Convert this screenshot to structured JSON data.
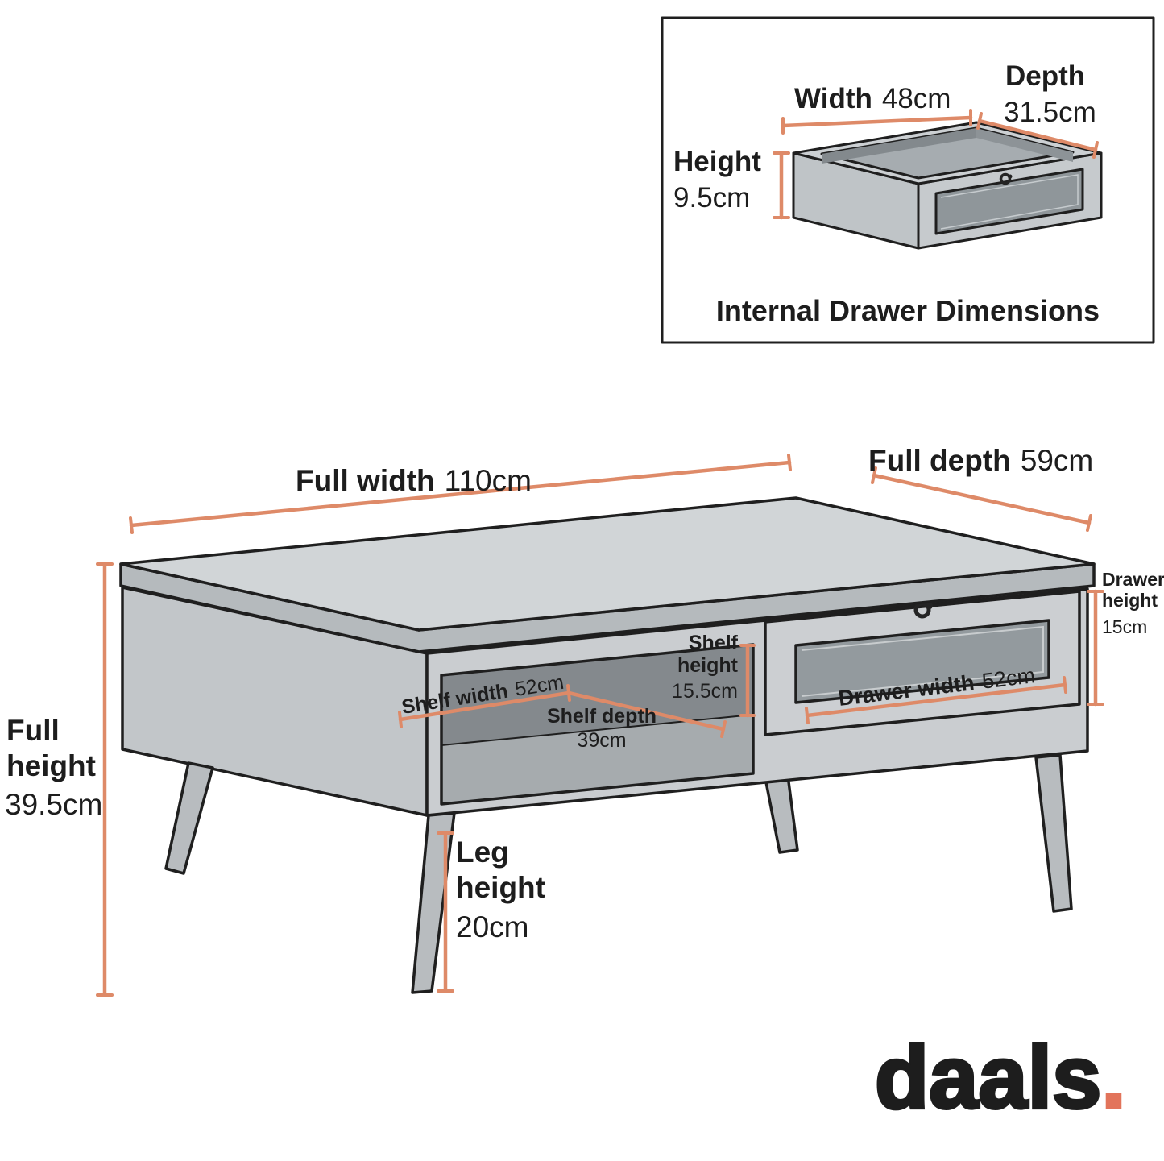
{
  "colors": {
    "accent_dot": "#E2745B",
    "dimension_line": "#DE8A68",
    "outline": "#1F1F1F",
    "body_light_gray": "#D1D5D7",
    "body_mid_gray": "#C2C6C9",
    "interior_dark_gray": "#84898D"
  },
  "inset": {
    "title": "Internal Drawer Dimensions",
    "width": {
      "label": "Width",
      "value": "48cm"
    },
    "depth": {
      "label": "Depth",
      "value": "31.5cm"
    },
    "height": {
      "label": "Height",
      "value": "9.5cm"
    }
  },
  "table": {
    "full_width": {
      "label": "Full width",
      "value": "110cm"
    },
    "full_depth": {
      "label": "Full depth",
      "value": "59cm"
    },
    "full_height": {
      "label_line1": "Full",
      "label_line2": "height",
      "value": "39.5cm"
    },
    "drawer_height": {
      "label_line1": "Drawer",
      "label_line2": "height",
      "value": "15cm"
    },
    "drawer_width": {
      "label": "Drawer width",
      "value": "52cm"
    },
    "shelf_width": {
      "label": "Shelf width",
      "value": "52cm"
    },
    "shelf_depth": {
      "label": "Shelf depth",
      "value": "39cm"
    },
    "shelf_height": {
      "label_line1": "Shelf",
      "label_line2": "height",
      "value": "15.5cm"
    },
    "leg_height": {
      "label_line1": "Leg",
      "label_line2": "height",
      "value": "20cm"
    }
  },
  "brand": {
    "name": "daals",
    "dot": "."
  }
}
